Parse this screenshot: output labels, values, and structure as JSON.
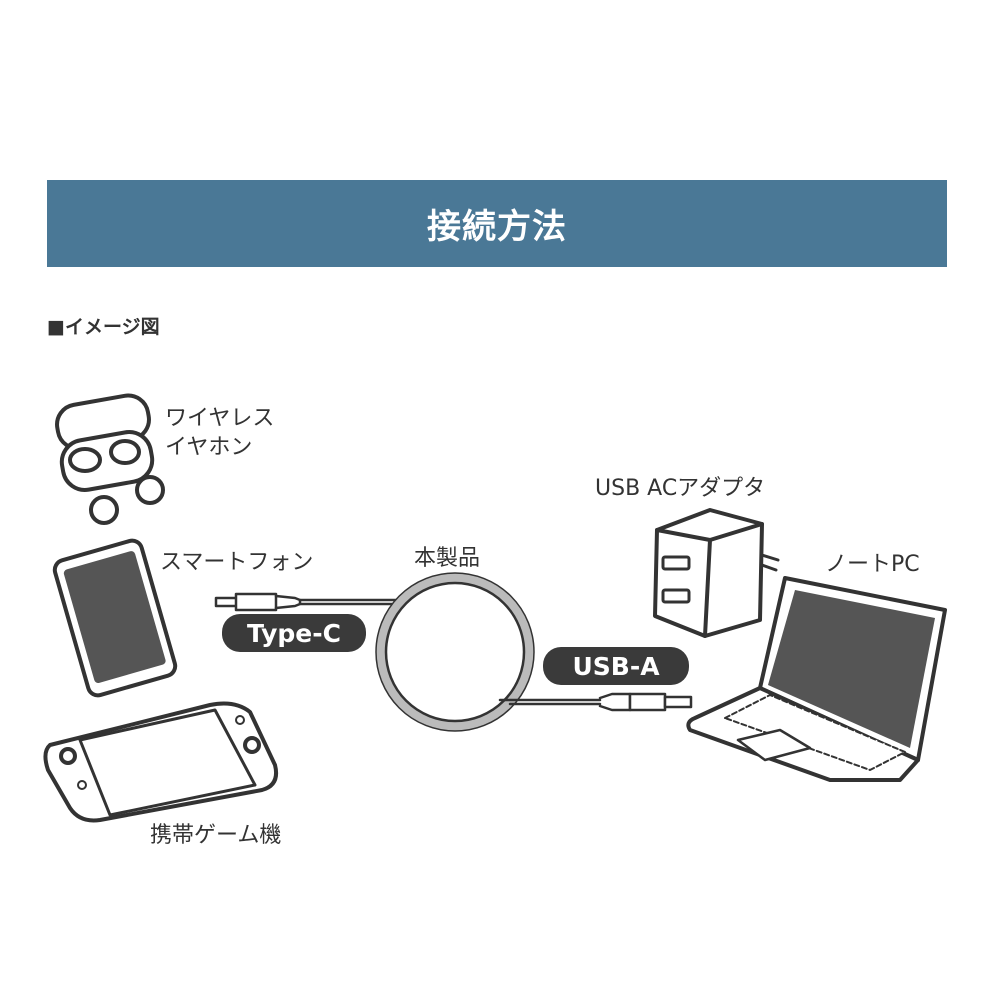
{
  "header": {
    "title": "接続方法"
  },
  "section": {
    "subtitle": "■イメージ図"
  },
  "labels": {
    "earphones_line1": "ワイヤレス",
    "earphones_line2": "イヤホン",
    "smartphone": "スマートフォン",
    "product": "本製品",
    "game": "携帯ゲーム機",
    "adapter": "USB ACアダプタ",
    "laptop": "ノートPC"
  },
  "connectors": {
    "type_c": "Type-C",
    "usb_a": "USB-A"
  },
  "colors": {
    "banner": "#4a7896",
    "pill": "#3a3a3a",
    "line": "#333333"
  }
}
